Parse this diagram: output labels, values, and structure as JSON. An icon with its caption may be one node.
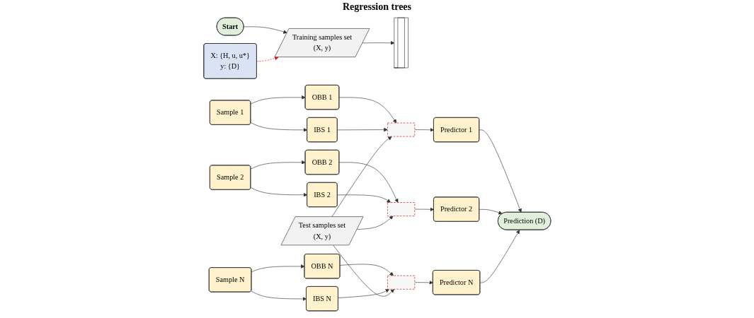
{
  "diagram": {
    "nodes": [
      {
        "text": [
          "Start"
        ]
      },
      {
        "text": [
          "Training samples set",
          "(X, y)"
        ]
      },
      {
        "text": [
          "X: {H, u, u*}",
          "y: {D}"
        ]
      },
      {
        "text": [],
        "shape": "bracket"
      },
      {
        "text": [
          "Sample 1"
        ]
      },
      {
        "text": [
          "OBB 1"
        ]
      },
      {
        "text": [
          "IBS 1"
        ]
      },
      {
        "text": [
          "Sample 2"
        ]
      },
      {
        "text": [
          "OBB 2"
        ]
      },
      {
        "text": [
          "IBS 2"
        ]
      },
      {
        "text": [
          "Sample N"
        ]
      },
      {
        "text": [
          "OBB N"
        ]
      },
      {
        "text": [
          "IBS N"
        ]
      },
      {
        "text": [],
        "shape": "box"
      },
      {
        "text": [],
        "shape": "box"
      },
      {
        "text": [],
        "shape": "box"
      },
      {
        "text": [
          "Test samples set",
          "(X, y)"
        ]
      },
      {
        "text": [
          "Predictor 1"
        ]
      },
      {
        "text": [
          "Predictor 2"
        ]
      },
      {
        "text": [
          "Predictor N"
        ]
      },
      {
        "text": [
          "Prediction (D)"
        ]
      }
    ],
    "edges": [
      {
        "from": 0,
        "to": 1,
        "arrow": "to"
      },
      {
        "from": 2,
        "to": 1,
        "arrow": "to",
        "style": "dashed",
        "color": "#ff0000"
      },
      {
        "from": 1,
        "to": 3,
        "arrow": "to"
      },
      {
        "from": 4,
        "to": 5,
        "arrow": "to"
      },
      {
        "from": 4,
        "to": 6,
        "arrow": "to"
      },
      {
        "from": 7,
        "to": 8,
        "arrow": "to"
      },
      {
        "from": 7,
        "to": 9,
        "arrow": "to"
      },
      {
        "from": 10,
        "to": 11,
        "arrow": "to"
      },
      {
        "from": 10,
        "to": 12,
        "arrow": "to"
      },
      {
        "from": 5,
        "to": 13,
        "arrow": "to"
      },
      {
        "from": 6,
        "to": 13,
        "arrow": "to"
      },
      {
        "from": 8,
        "to": 14,
        "arrow": "to"
      },
      {
        "from": 9,
        "to": 14,
        "arrow": "to"
      },
      {
        "from": 11,
        "to": 15,
        "arrow": "to"
      },
      {
        "from": 12,
        "to": 15,
        "arrow": "to"
      },
      {
        "from": 16,
        "to": 13,
        "arrow": "to"
      },
      {
        "from": 16,
        "to": 14,
        "arrow": "to"
      },
      {
        "from": 16,
        "to": 15,
        "arrow": "to"
      },
      {
        "from": 13,
        "to": 17,
        "arrow": "to"
      },
      {
        "from": 14,
        "to": 18,
        "arrow": "to"
      },
      {
        "from": 15,
        "to": 19,
        "arrow": "to"
      },
      {
        "from": 17,
        "to": 20,
        "arrow": "to"
      },
      {
        "from": 18,
        "to": 20,
        "arrow": "to"
      },
      {
        "from": 19,
        "to": 20,
        "arrow": "to"
      }
    ],
    "labels": [
      "Regression trees"
    ]
  }
}
